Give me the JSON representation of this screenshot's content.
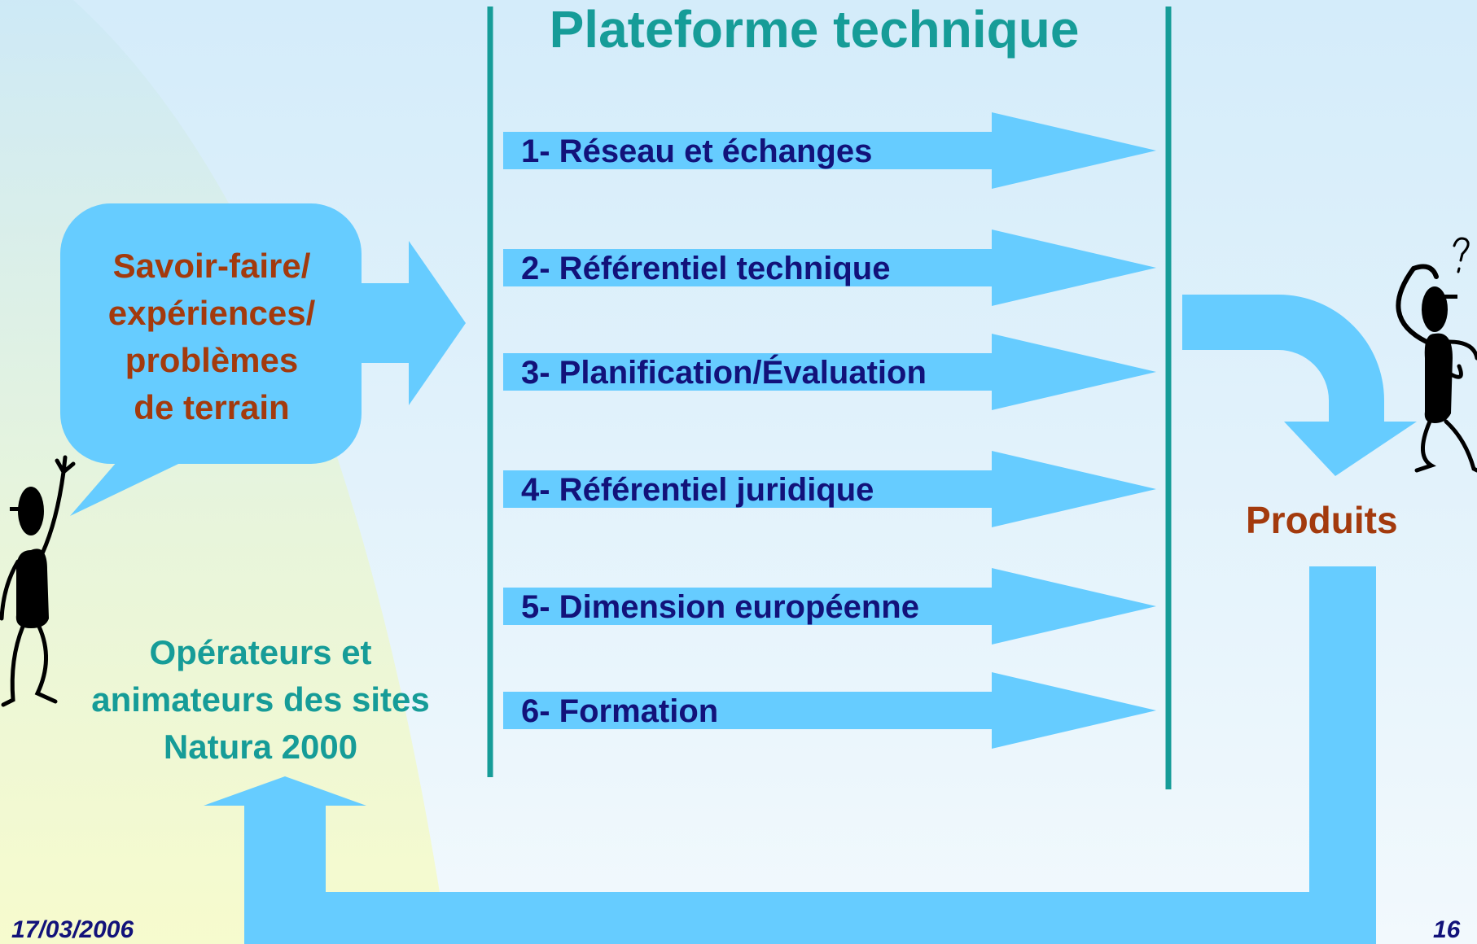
{
  "title": "Plateforme technique",
  "bubble": {
    "lines": [
      "Savoir-faire/",
      "expériences/",
      "problèmes",
      "de terrain"
    ]
  },
  "items": [
    "1- Réseau et échanges",
    "2- Référentiel technique",
    "3- Planification/Évaluation",
    "4- Référentiel juridique",
    "5- Dimension européenne",
    "6- Formation"
  ],
  "operators": {
    "lines": [
      "Opérateurs et",
      "animateurs des sites",
      "Natura 2000"
    ]
  },
  "products_label": "Produits",
  "footer": {
    "date": "17/03/2006",
    "page_number": "16"
  },
  "colors": {
    "arrow": "#66ccff",
    "title": "#169c98",
    "items": "#12127a",
    "accent_brown": "#a33a0d",
    "platform_lines": "#169c98"
  },
  "icons": [
    "stick-figure-waving-icon",
    "stick-figure-thinking-icon",
    "question-mark-icon"
  ]
}
